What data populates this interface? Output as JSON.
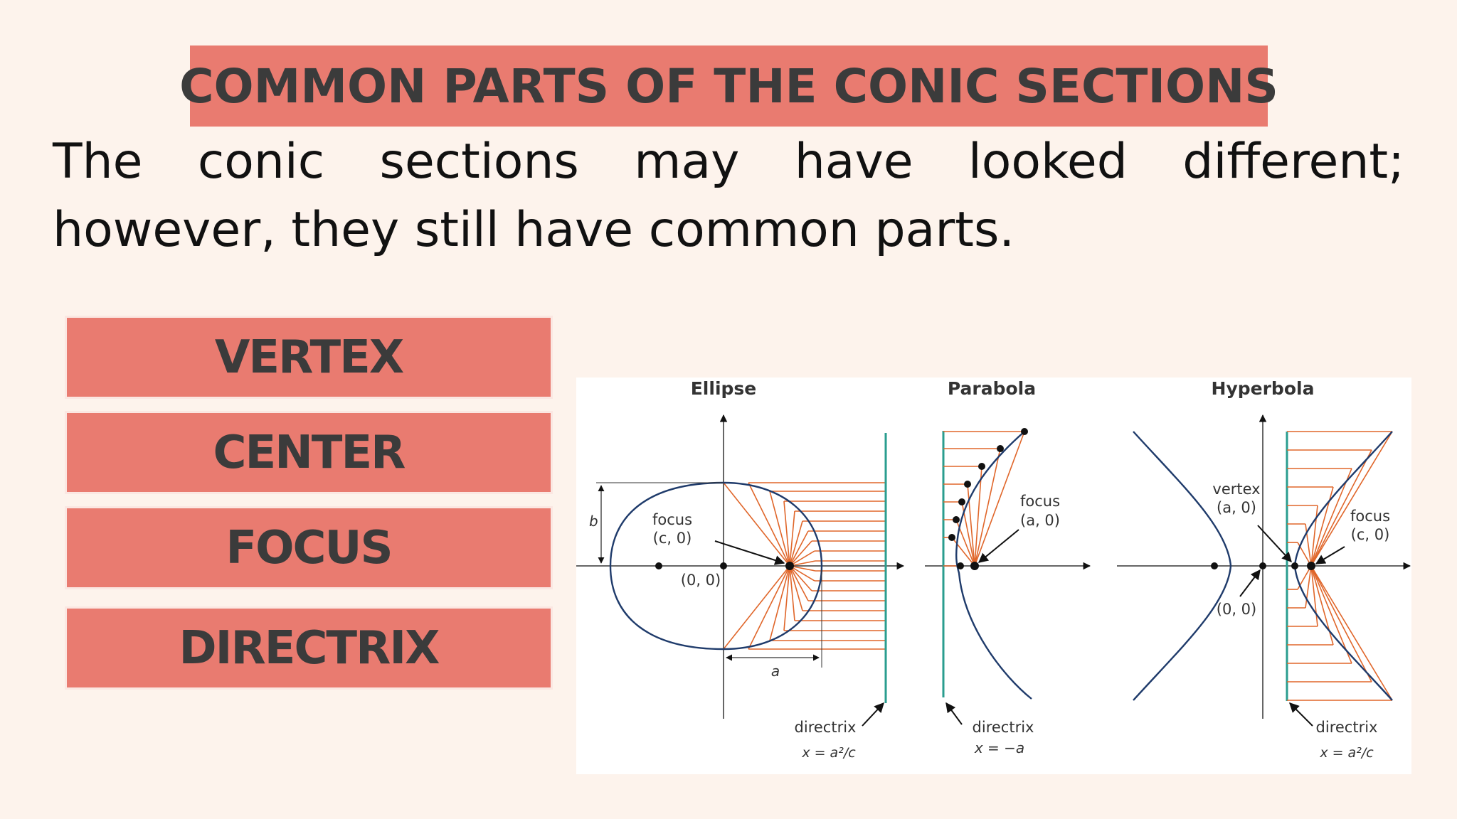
{
  "title": "COMMON PARTS OF THE CONIC SECTIONS",
  "intro": "The conic sections may have looked different; however, they still have common parts.",
  "parts": [
    "VERTEX",
    "CENTER",
    "FOCUS",
    "DIRECTRIX"
  ],
  "colors": {
    "background": "#fdf3ec",
    "panel": "#e97b70",
    "panel_text": "#3b3b3b",
    "curve": "#1f3b6b",
    "rays": "#e0662a",
    "directrix": "#2a9d8f"
  },
  "diagram": {
    "ellipse": {
      "heading": "Ellipse",
      "b_label": "b",
      "a_label": "a",
      "focus_label": "focus",
      "focus_coords": "(c, 0)",
      "origin_label": "(0, 0)",
      "directrix_label": "directrix",
      "directrix_eq": "x = a²/c"
    },
    "parabola": {
      "heading": "Parabola",
      "focus_label": "focus",
      "focus_coords": "(a, 0)",
      "directrix_label": "directrix",
      "directrix_eq": "x = −a"
    },
    "hyperbola": {
      "heading": "Hyperbola",
      "vertex_label": "vertex",
      "vertex_coords": "(a, 0)",
      "focus_label": "focus",
      "focus_coords": "(c, 0)",
      "origin_label": "(0, 0)",
      "directrix_label": "directrix",
      "directrix_eq": "x = a²/c"
    }
  }
}
